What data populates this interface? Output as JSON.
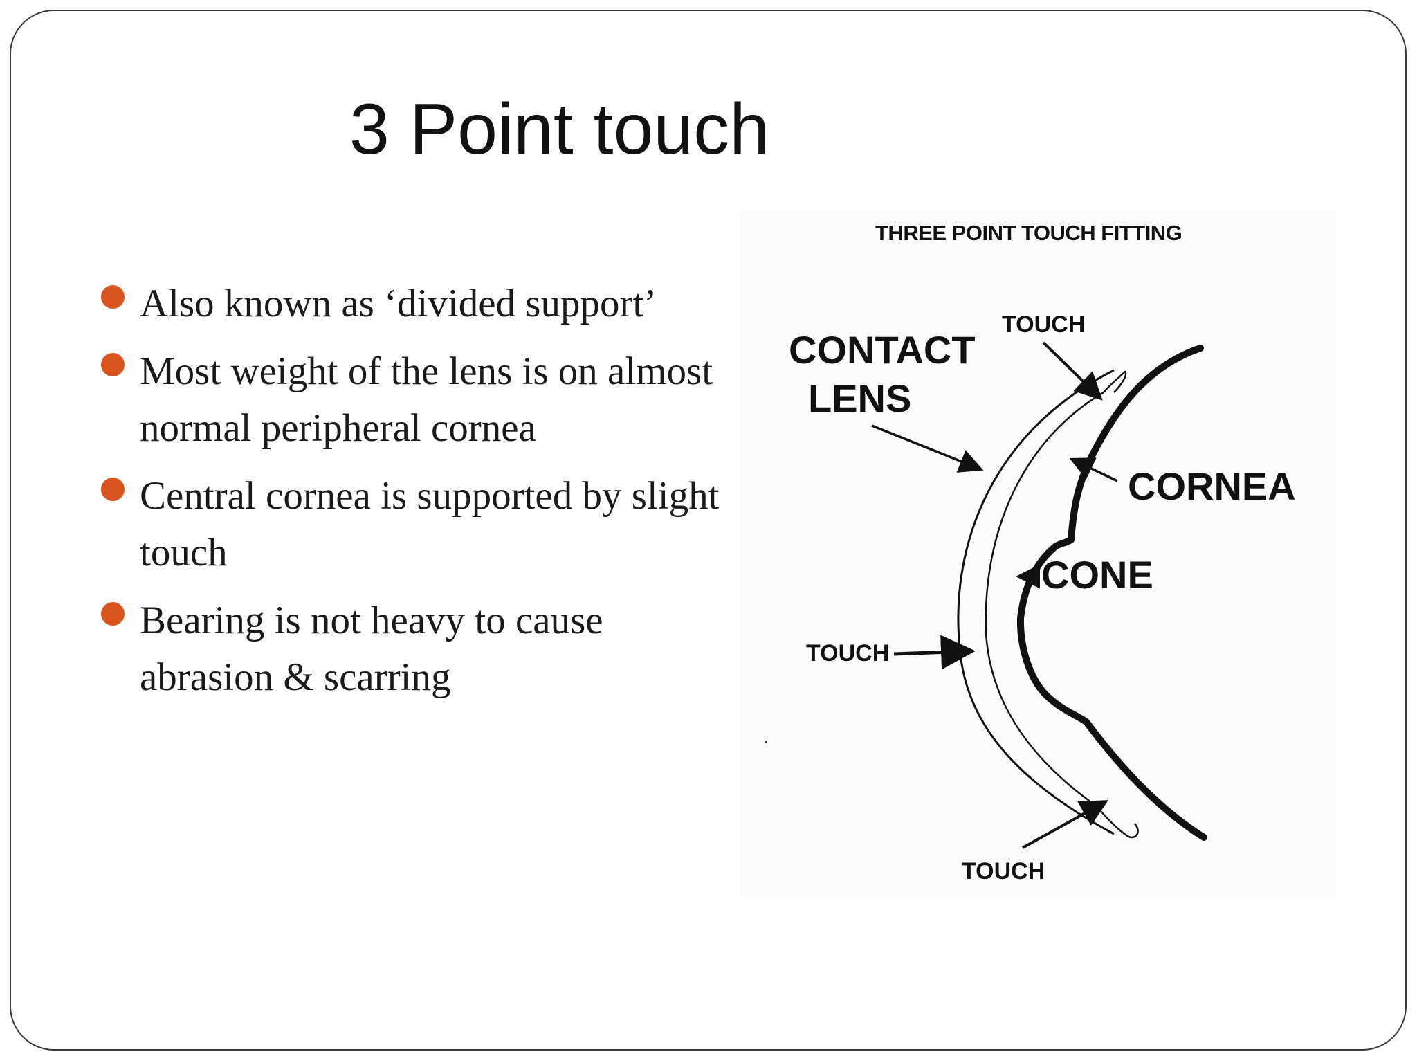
{
  "slide": {
    "title": "3 Point touch",
    "bullets": [
      {
        "text": "Also known as ‘divided support’"
      },
      {
        "text": "Most weight of the lens is on almost normal peripheral cornea"
      },
      {
        "text": "Central cornea is supported by slight touch"
      },
      {
        "text": "Bearing is not heavy to cause abrasion & scarring"
      }
    ],
    "bullet_color": "#d9541f"
  },
  "figure": {
    "heading": "THREE POINT TOUCH FITTING",
    "labels": {
      "touch_top": "TOUCH",
      "contact_line1": "CONTACT",
      "contact_line2": "LENS",
      "cornea": "CORNEA",
      "cone": "CONE",
      "touch_middle": "TOUCH",
      "touch_bottom": "TOUCH"
    }
  }
}
